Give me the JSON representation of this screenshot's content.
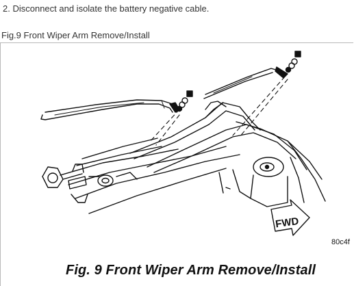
{
  "instructions": {
    "step_text": "2. Disconnect and isolate the battery negative cable."
  },
  "figure": {
    "heading": "Fig.9 Front Wiper Arm Remove/Install",
    "image_code": "80c4f",
    "caption": "Fig. 9 Front Wiper Arm Remove/Install",
    "direction_label": "FWD"
  }
}
